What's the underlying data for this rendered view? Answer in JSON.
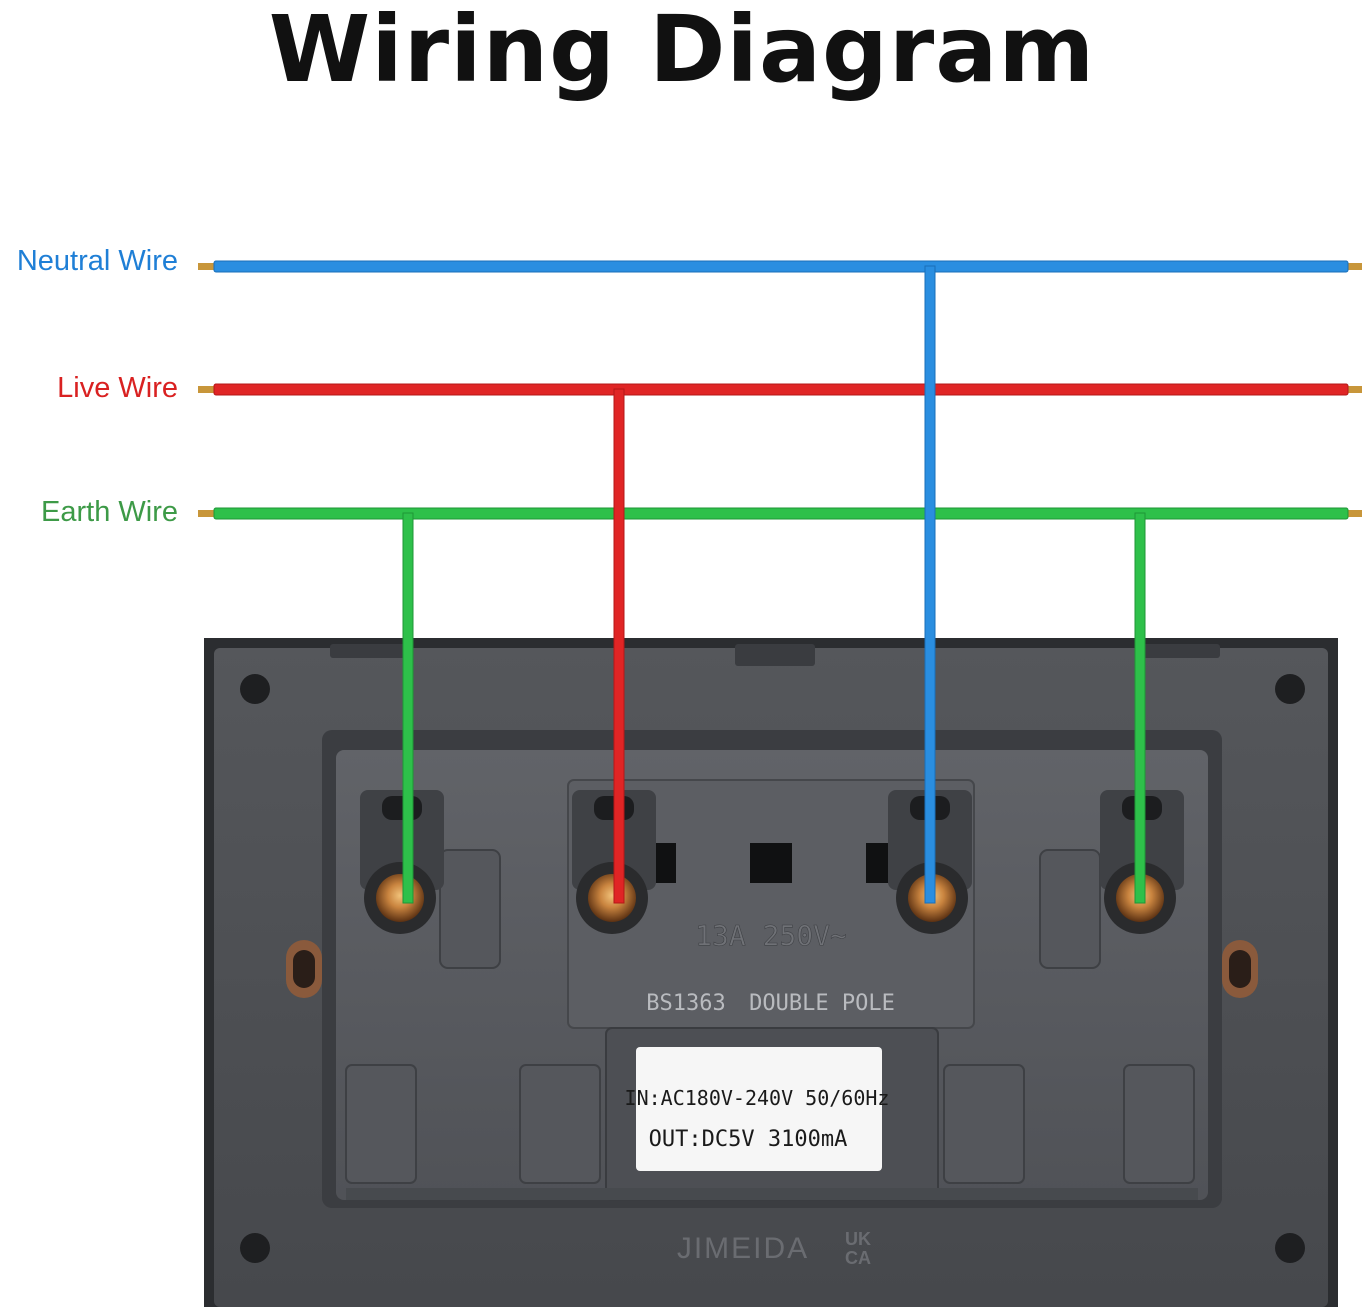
{
  "title": "Wiring Diagram",
  "wires": [
    {
      "label": "Neutral Wire",
      "color": "#2a8ee0"
    },
    {
      "label": "Live Wire",
      "color": "#e02525"
    },
    {
      "label": "Earth Wire",
      "color": "#2ec04a"
    }
  ],
  "socket": {
    "rating_text": "13A 250V~",
    "standard_text": "BS1363",
    "pole_text": "DOUBLE POLE",
    "usb_label": {
      "input": "IN:AC180V-240V 50/60Hz",
      "output": "OUT:DC5V 3100mA"
    },
    "brand": "JIMEIDA",
    "mark_line1": "UK",
    "mark_line2": "CA"
  },
  "colors": {
    "plate": "#4a4c50",
    "plate_dark": "#2f3134",
    "terminal_copper": "#b8743a"
  }
}
